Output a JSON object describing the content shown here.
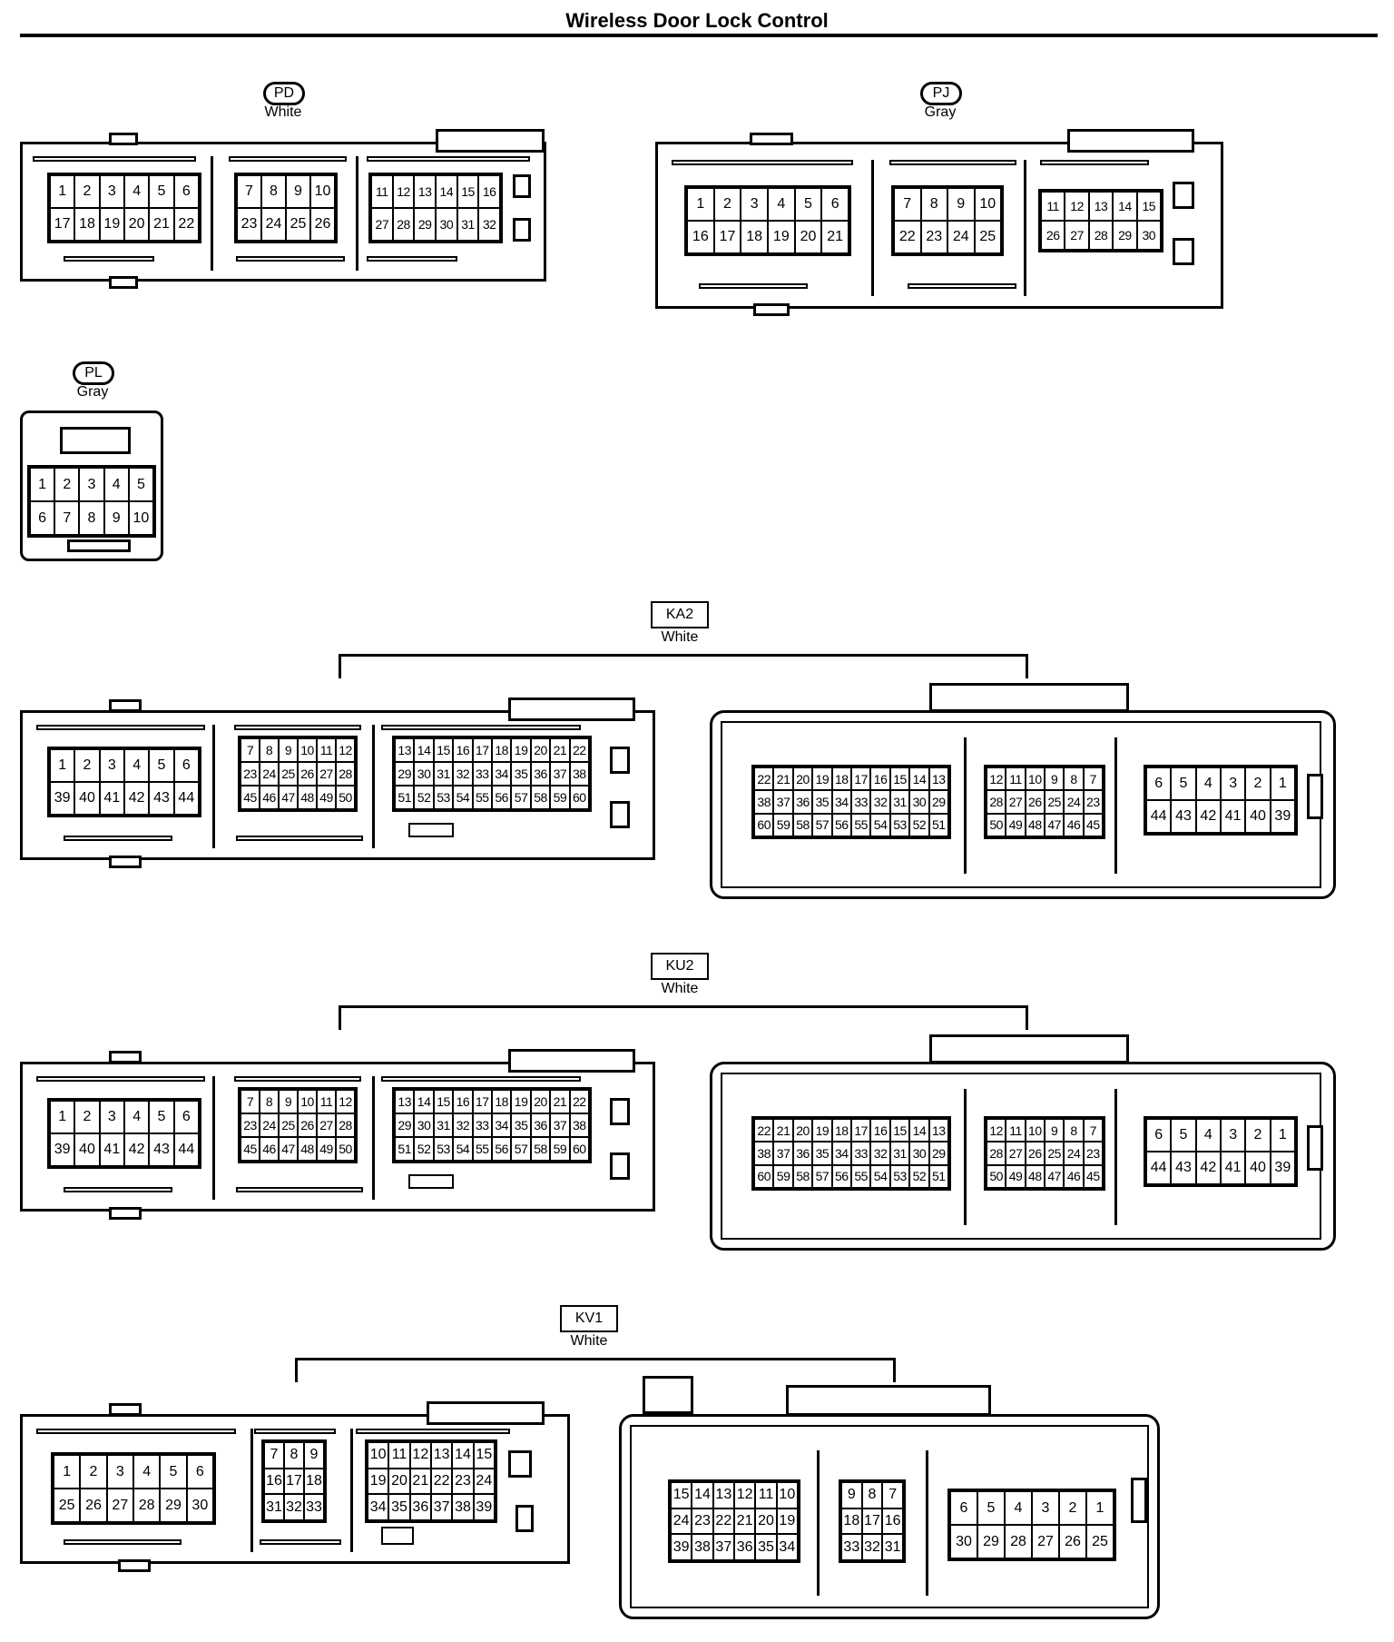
{
  "title": "Wireless Door Lock Control",
  "connectors": {
    "PD": {
      "label": "PD",
      "color": "White",
      "grids": [
        [
          [
            "1",
            "2",
            "3",
            "4",
            "5",
            "6"
          ],
          [
            "17",
            "18",
            "19",
            "20",
            "21",
            "22"
          ]
        ],
        [
          [
            "7",
            "8",
            "9",
            "10"
          ],
          [
            "23",
            "24",
            "25",
            "26"
          ]
        ],
        [
          [
            "11",
            "12",
            "13",
            "14",
            "15",
            "16"
          ],
          [
            "27",
            "28",
            "29",
            "30",
            "31",
            "32"
          ]
        ]
      ]
    },
    "PJ": {
      "label": "PJ",
      "color": "Gray",
      "grids": [
        [
          [
            "1",
            "2",
            "3",
            "4",
            "5",
            "6"
          ],
          [
            "16",
            "17",
            "18",
            "19",
            "20",
            "21"
          ]
        ],
        [
          [
            "7",
            "8",
            "9",
            "10"
          ],
          [
            "22",
            "23",
            "24",
            "25"
          ]
        ],
        [
          [
            "11",
            "12",
            "13",
            "14",
            "15"
          ],
          [
            "26",
            "27",
            "28",
            "29",
            "30"
          ]
        ]
      ]
    },
    "PL": {
      "label": "PL",
      "color": "Gray",
      "grids": [
        [
          [
            "1",
            "2",
            "3",
            "4",
            "5"
          ],
          [
            "6",
            "7",
            "8",
            "9",
            "10"
          ]
        ]
      ]
    },
    "KA2": {
      "label": "KA2",
      "color": "White",
      "left_grids": [
        [
          [
            "1",
            "2",
            "3",
            "4",
            "5",
            "6"
          ],
          [
            "39",
            "40",
            "41",
            "42",
            "43",
            "44"
          ]
        ],
        [
          [
            "7",
            "8",
            "9",
            "10",
            "11",
            "12"
          ],
          [
            "23",
            "24",
            "25",
            "26",
            "27",
            "28"
          ],
          [
            "45",
            "46",
            "47",
            "48",
            "49",
            "50"
          ]
        ],
        [
          [
            "13",
            "14",
            "15",
            "16",
            "17",
            "18",
            "19",
            "20",
            "21",
            "22"
          ],
          [
            "29",
            "30",
            "31",
            "32",
            "33",
            "34",
            "35",
            "36",
            "37",
            "38"
          ],
          [
            "51",
            "52",
            "53",
            "54",
            "55",
            "56",
            "57",
            "58",
            "59",
            "60"
          ]
        ]
      ],
      "right_grids": [
        [
          [
            "22",
            "21",
            "20",
            "19",
            "18",
            "17",
            "16",
            "15",
            "14",
            "13"
          ],
          [
            "38",
            "37",
            "36",
            "35",
            "34",
            "33",
            "32",
            "31",
            "30",
            "29"
          ],
          [
            "60",
            "59",
            "58",
            "57",
            "56",
            "55",
            "54",
            "53",
            "52",
            "51"
          ]
        ],
        [
          [
            "12",
            "11",
            "10",
            "9",
            "8",
            "7"
          ],
          [
            "28",
            "27",
            "26",
            "25",
            "24",
            "23"
          ],
          [
            "50",
            "49",
            "48",
            "47",
            "46",
            "45"
          ]
        ],
        [
          [
            "6",
            "5",
            "4",
            "3",
            "2",
            "1"
          ],
          [
            "44",
            "43",
            "42",
            "41",
            "40",
            "39"
          ]
        ]
      ]
    },
    "KU2": {
      "label": "KU2",
      "color": "White",
      "left_grids": [
        [
          [
            "1",
            "2",
            "3",
            "4",
            "5",
            "6"
          ],
          [
            "39",
            "40",
            "41",
            "42",
            "43",
            "44"
          ]
        ],
        [
          [
            "7",
            "8",
            "9",
            "10",
            "11",
            "12"
          ],
          [
            "23",
            "24",
            "25",
            "26",
            "27",
            "28"
          ],
          [
            "45",
            "46",
            "47",
            "48",
            "49",
            "50"
          ]
        ],
        [
          [
            "13",
            "14",
            "15",
            "16",
            "17",
            "18",
            "19",
            "20",
            "21",
            "22"
          ],
          [
            "29",
            "30",
            "31",
            "32",
            "33",
            "34",
            "35",
            "36",
            "37",
            "38"
          ],
          [
            "51",
            "52",
            "53",
            "54",
            "55",
            "56",
            "57",
            "58",
            "59",
            "60"
          ]
        ]
      ],
      "right_grids": [
        [
          [
            "22",
            "21",
            "20",
            "19",
            "18",
            "17",
            "16",
            "15",
            "14",
            "13"
          ],
          [
            "38",
            "37",
            "36",
            "35",
            "34",
            "33",
            "32",
            "31",
            "30",
            "29"
          ],
          [
            "60",
            "59",
            "58",
            "57",
            "56",
            "55",
            "54",
            "53",
            "52",
            "51"
          ]
        ],
        [
          [
            "12",
            "11",
            "10",
            "9",
            "8",
            "7"
          ],
          [
            "28",
            "27",
            "26",
            "25",
            "24",
            "23"
          ],
          [
            "50",
            "49",
            "48",
            "47",
            "46",
            "45"
          ]
        ],
        [
          [
            "6",
            "5",
            "4",
            "3",
            "2",
            "1"
          ],
          [
            "44",
            "43",
            "42",
            "41",
            "40",
            "39"
          ]
        ]
      ]
    },
    "KV1": {
      "label": "KV1",
      "color": "White",
      "left_grids": [
        [
          [
            "1",
            "2",
            "3",
            "4",
            "5",
            "6"
          ],
          [
            "25",
            "26",
            "27",
            "28",
            "29",
            "30"
          ]
        ],
        [
          [
            "7",
            "8",
            "9"
          ],
          [
            "16",
            "17",
            "18"
          ],
          [
            "31",
            "32",
            "33"
          ]
        ],
        [
          [
            "10",
            "11",
            "12",
            "13",
            "14",
            "15"
          ],
          [
            "19",
            "20",
            "21",
            "22",
            "23",
            "24"
          ],
          [
            "34",
            "35",
            "36",
            "37",
            "38",
            "39"
          ]
        ]
      ],
      "right_grids": [
        [
          [
            "15",
            "14",
            "13",
            "12",
            "11",
            "10"
          ],
          [
            "24",
            "23",
            "22",
            "21",
            "20",
            "19"
          ],
          [
            "39",
            "38",
            "37",
            "36",
            "35",
            "34"
          ]
        ],
        [
          [
            "9",
            "8",
            "7"
          ],
          [
            "18",
            "17",
            "16"
          ],
          [
            "33",
            "32",
            "31"
          ]
        ],
        [
          [
            "6",
            "5",
            "4",
            "3",
            "2",
            "1"
          ],
          [
            "30",
            "29",
            "28",
            "27",
            "26",
            "25"
          ]
        ]
      ]
    }
  }
}
